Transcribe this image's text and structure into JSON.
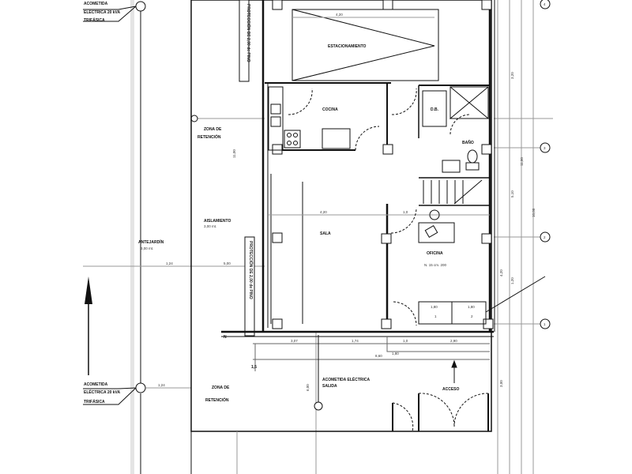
{
  "rooms": {
    "parking": "ESTACIONAMIENTO",
    "kitchen": "COCINA",
    "storage": "D.B.",
    "bath": "BAÑO",
    "living": "SALA",
    "office": "OFICINA",
    "office_note": "N. 15 cm. 200",
    "retention_top": [
      "ZONA DE",
      "RETENCIÓN"
    ],
    "retention_bottom": [
      "ZONA DE",
      "RETENCIÓN"
    ],
    "setback": [
      "ANTEJARDÍN",
      "3,00 mt."
    ],
    "side_note": [
      "AISLAMIENTO",
      "3,00 mt."
    ],
    "protection": "PROTECCIÓN DE 2,00 de PINO",
    "access": "ACCESO",
    "meter": [
      "ACOMETIDA ELÉCTRICA",
      "SALIDA"
    ]
  },
  "callouts": {
    "top_left": [
      "ACOMETIDA",
      "ELÉCTRICA 20 kVA",
      "TRIFÁSICA"
    ],
    "bottom_left": [
      "ACOMETIDA",
      "ELÉCTRICA 20 kVA",
      "TRIFÁSICA"
    ]
  },
  "axes": [
    "4",
    "3",
    "2",
    "1"
  ],
  "dimensions": {
    "top_width": "4,20",
    "living_width": "4,20",
    "stair_w": "1,0",
    "left_height": "11,00",
    "left_offset": "1,24",
    "mid_offset": "5,00",
    "setback_h": "6,00",
    "bottom_1": "3,07",
    "bottom_2": "1,74",
    "bottom_3": "1,0",
    "bottom_4": "2,90",
    "bottom_total": "8,60",
    "bottom_small": "1,80",
    "cab_1": "1,80",
    "cab_2": "1,80",
    "cab_n1": "1",
    "cab_n2": "2",
    "right_1": "3,20",
    "right_2": "11,00",
    "right_3": "5,10",
    "right_4": "10,00",
    "right_5": "4,20",
    "right_6": "3,00",
    "right_7": "1,20",
    "level_1": "N",
    "level_2": "1,5"
  }
}
